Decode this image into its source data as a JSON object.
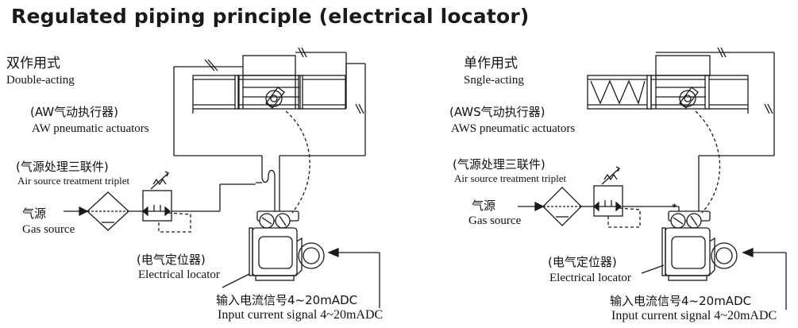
{
  "title": "Regulated piping principle (electrical locator)",
  "left": {
    "mode_zh": "双作用式",
    "mode_en": "Double-acting",
    "actuator_zh": "(AW气动执行器)",
    "actuator_en": "AW pneumatic actuators",
    "triplet_zh": "(气源处理三联件)",
    "triplet_en": "Air source treatment triplet",
    "gas_zh": "气源",
    "gas_en": "Gas source",
    "locator_zh": "(电气定位器)",
    "locator_en": "Electrical locator",
    "signal_zh": "输入电流信号4~20mADC",
    "signal_en": "Input current signal 4~20mADC"
  },
  "right": {
    "mode_zh": "单作用式",
    "mode_en": "Sngle-acting",
    "actuator_zh": "(AWS气动执行器)",
    "actuator_en": "AWS pneumatic actuators",
    "triplet_zh": "(气源处理三联件)",
    "triplet_en": "Air source treatment triplet",
    "gas_zh": "气源",
    "gas_en": "Gas source",
    "locator_zh": "(电气定位器)",
    "locator_en": "Electrical locator",
    "signal_zh": "输入电流信号4~20mADC",
    "signal_en": "Input current signal 4~20mADC",
    "marker": "*"
  },
  "colors": {
    "line": "#1a1a1a",
    "background": "#ffffff"
  }
}
